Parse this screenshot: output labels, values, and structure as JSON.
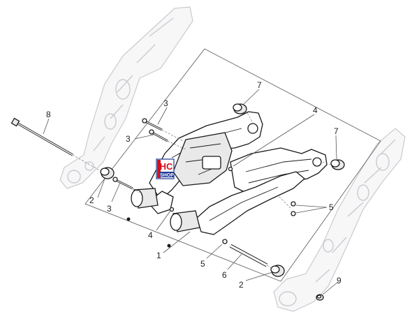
{
  "logo": {
    "line1": "HC",
    "line2": "SHOP",
    "colors": {
      "red": "#d3121b",
      "blue": "#1f3a93"
    }
  },
  "callouts": [
    "8",
    "3",
    "3",
    "7",
    "4",
    "7",
    "2",
    "3",
    "5",
    "4",
    "1",
    "5",
    "6",
    "2",
    "9"
  ],
  "colors": {
    "ink": "#1a1a1a",
    "ghost": "#c9cbd0",
    "frame": "#666666"
  }
}
